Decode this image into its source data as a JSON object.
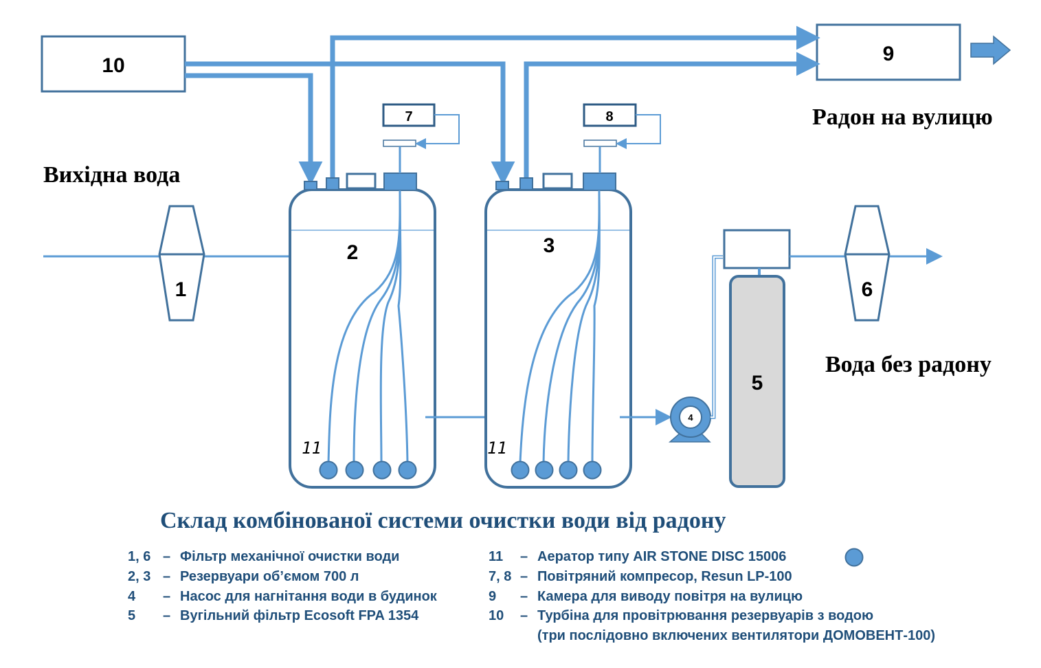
{
  "components": {
    "c1": "1",
    "c2": "2",
    "c3": "3",
    "c4": "4",
    "c5": "5",
    "c6": "6",
    "c7": "7",
    "c8": "8",
    "c9": "9",
    "c10": "10",
    "c11a": "11",
    "c11b": "11"
  },
  "labels": {
    "input_water": "Вихідна вода",
    "radon_out": "Радон на вулицю",
    "clean_water": "Вода без радону"
  },
  "title": "Склад комбінованої системи очистки води від радону",
  "legend": {
    "left": [
      {
        "num": "1,  6",
        "dash": "–",
        "text": "Фільтр механічної очистки води"
      },
      {
        "num": "2,  3",
        "dash": "–",
        "text": "Резервуари об’ємом 700 л"
      },
      {
        "num": "4",
        "dash": "–",
        "text": "Насос для нагнітання води в будинок"
      },
      {
        "num": "5",
        "dash": "–",
        "text": "Вугільний фільтр Ecosoft FPA 1354"
      }
    ],
    "right": [
      {
        "num": "11",
        "dash": "–",
        "text": "Аератор типу AIR STONE DISC 15006"
      },
      {
        "num": "7, 8",
        "dash": "–",
        "text": "Повітряний компресор, Resun LP-100"
      },
      {
        "num": "9",
        "dash": "–",
        "text": "Камера для виводу повітря на вулицю"
      },
      {
        "num": "10",
        "dash": "–",
        "text": "Турбіна для провітрювання резервуарів з водою"
      }
    ],
    "right_extra": "(три послідовно включених вентилятори ДОМОВЕНТ-100)"
  },
  "colors": {
    "pipe": "#5b9bd5",
    "outline": "#41719c",
    "dark_outline": "#2e5b85",
    "text_blue": "#1f4e79",
    "filter_fill": "#d9d9d9"
  }
}
